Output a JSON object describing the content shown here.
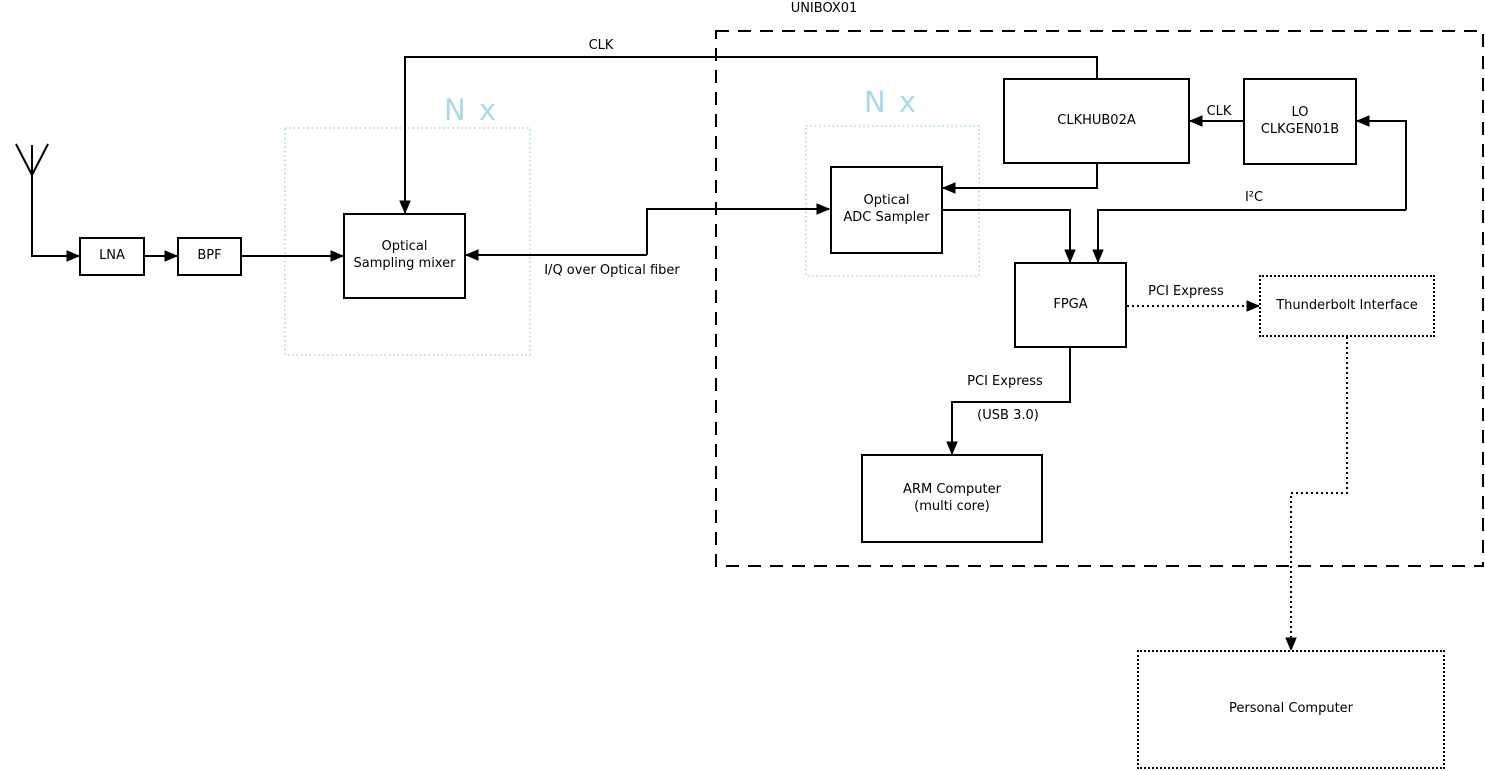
{
  "diagram": {
    "title": "UNIBOX01",
    "accent_color": "#add8e6",
    "multiplier": {
      "mixer_group": "N x",
      "adc_group": "N x"
    },
    "blocks": {
      "lna": "LNA",
      "bpf": "BPF",
      "mixer": "Optical\nSampling mixer",
      "adc": "Optical\nADC Sampler",
      "clkhub": "CLKHUB02A",
      "lo": "LO\nCLKGEN01B",
      "fpga": "FPGA",
      "arm": "ARM Computer\n(multi core)",
      "thunderbolt": "Thunderbolt Interface",
      "pc": "Personal Computer"
    },
    "connections": {
      "clk_top": "CLK",
      "clk_lo": "CLK",
      "iq_fiber": "I/Q over Optical fiber",
      "i2c": "I²C",
      "pcie_thunderbolt": "PCI Express",
      "pcie_arm": "PCI Express",
      "pcie_arm_sub": "(USB 3.0)"
    }
  }
}
